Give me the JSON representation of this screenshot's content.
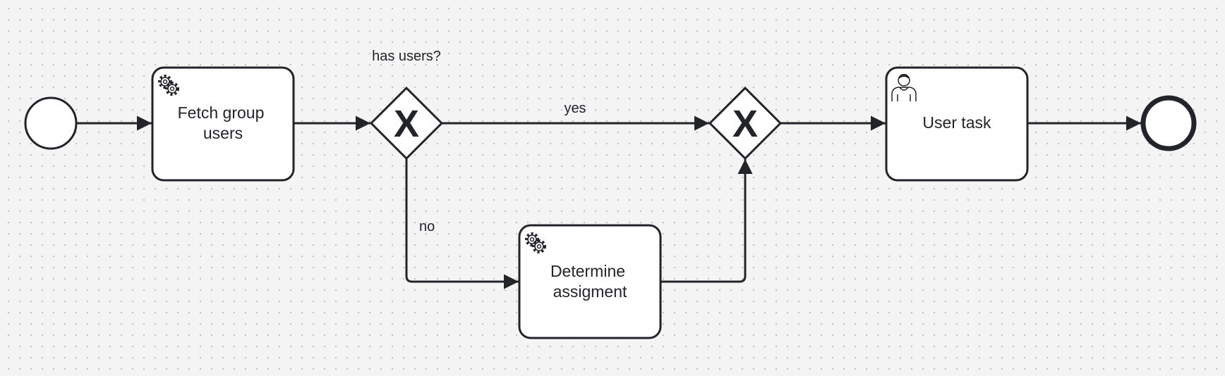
{
  "tasks": {
    "fetch": {
      "label_line1": "Fetch group",
      "label_line2": "users",
      "icon": "gear-icon"
    },
    "determine": {
      "label_line1": "Determine",
      "label_line2": "assigment",
      "icon": "gear-icon"
    },
    "user": {
      "label": "User task",
      "icon": "user-icon"
    }
  },
  "gateways": {
    "split": {
      "label": "has users?",
      "marker": "X"
    },
    "merge": {
      "marker": "X"
    }
  },
  "flows": {
    "yes_label": "yes",
    "no_label": "no"
  }
}
